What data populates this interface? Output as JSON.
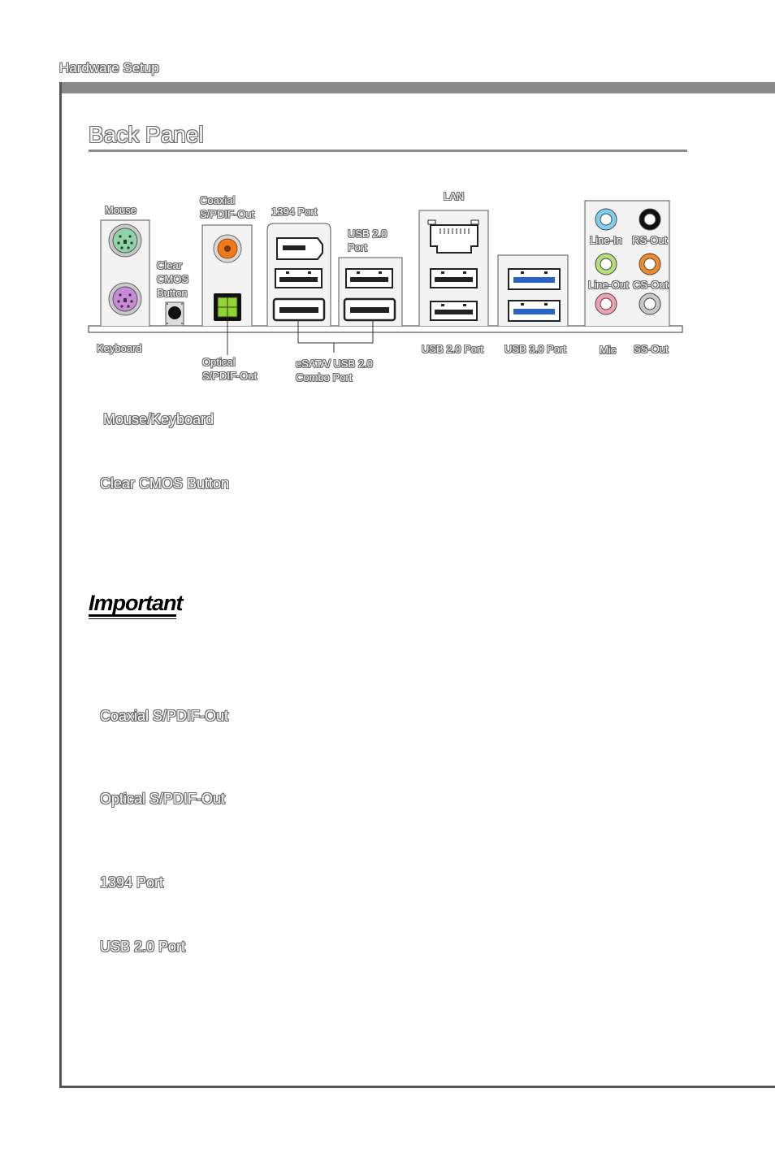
{
  "header": {
    "section": "Hardware Setup"
  },
  "page": {
    "title": "Back Panel"
  },
  "diagram": {
    "labels": {
      "mouse": "Mouse",
      "keyboard": "Keyboard",
      "clear_cmos": [
        "Clear",
        "CMOS",
        "Button"
      ],
      "coaxial": [
        "Coaxial",
        "S/PDIF-Out"
      ],
      "optical": [
        "Optical",
        "S/PDIF-Out"
      ],
      "port1394": "1394  Port",
      "usb20_top": [
        "USB  2.0",
        "Port"
      ],
      "esata": [
        "eSATA/ USB 2.0",
        "Combo Port"
      ],
      "lan": "LAN",
      "usb20_port": "USB 2.0 Port",
      "usb30_port": "USB 3.0 Port",
      "line_in": "Line-In",
      "rs_out": "RS-Out",
      "line_out": "Line-Out",
      "cs_out": "CS-Out",
      "mic": "Mic",
      "ss_out": "SS-Out"
    },
    "colors": {
      "mouse": "#8fd3a8",
      "keyboard": "#c98ad8",
      "coaxial": "#f07a1e",
      "optical": "#8fd62f",
      "usb3": "#2a62c6",
      "line_in": "#7fd0f0",
      "rs_out": "#111111",
      "line_out": "#b4e07a",
      "cs_out": "#f08a2a",
      "mic": "#f2a0b6",
      "ss_out": "#c8c8c8"
    }
  },
  "sections": [
    {
      "heading": "Mouse/Keyboard"
    },
    {
      "heading": "Clear CMOS Button"
    },
    {
      "heading": "Coaxial S/PDIF-Out"
    },
    {
      "heading": "Optical S/PDIF-Out"
    },
    {
      "heading": "1394 Port"
    },
    {
      "heading": "USB 2.0 Port"
    }
  ],
  "important": {
    "label": "Important"
  }
}
